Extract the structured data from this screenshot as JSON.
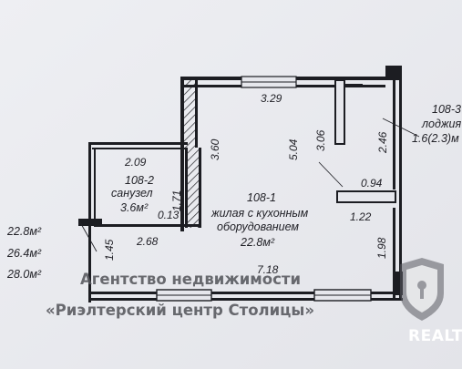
{
  "plan": {
    "dimensions": {
      "top_wall": "3.29",
      "main_room_height": "3.60",
      "room_depth": "5.04",
      "column_height": "3.06",
      "right_wall_upper": "2.46",
      "bathroom_width": "2.09",
      "bathroom_height": "1.71",
      "niche_width": "0.13",
      "bathroom_bottom": "2.68",
      "left_wall": "1.45",
      "partition_width": "0.94",
      "partition_depth": "1.22",
      "right_wall_lower": "1.98",
      "bottom_wall": "7.18"
    },
    "rooms": {
      "bathroom": {
        "number": "108-2",
        "name": "санузел",
        "area": "3.6м²"
      },
      "living": {
        "number": "108-1",
        "line1": "жилая с кухонным",
        "line2": "оборудованием",
        "area": "22.8м²"
      },
      "loggia": {
        "number": "108-3",
        "name": "лоджия",
        "area": "1.6(2.3)м"
      }
    },
    "summary_areas": [
      "22.8м²",
      "26.4м²",
      "28.0м²"
    ]
  },
  "watermark": {
    "line1": "Агентство недвижимости",
    "line2": "«Риэлтерский центр Столицы»"
  },
  "brand": {
    "name": "REALT",
    "logo_icon": "shield-keyhole-icon"
  },
  "colors": {
    "background": "#e9eaee",
    "ink": "#1c1d22",
    "watermark": "#55565c"
  }
}
